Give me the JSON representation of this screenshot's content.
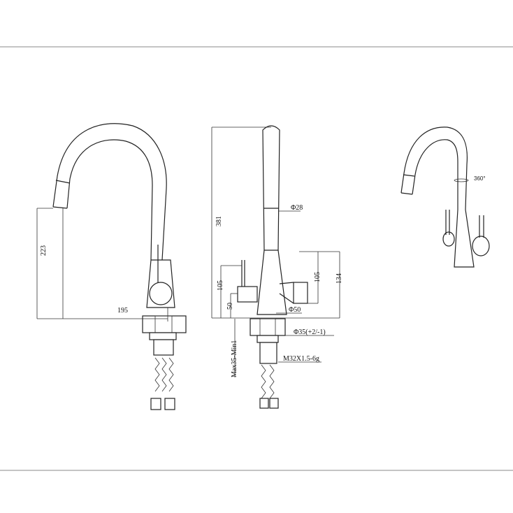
{
  "drawing": {
    "side_view": {
      "height_label": "223",
      "reach_label": "195"
    },
    "front_view": {
      "total_height_label": "381",
      "spout_diameter_label": "Φ28",
      "left_handle_height_label": "105",
      "left_lever_height_label": "50",
      "body_diameter_label": "Φ50",
      "right_handle_height_label": "105",
      "right_total_label": "134",
      "hole_diameter_label": "Φ35(+2/-1)",
      "thread_label": "M32X1.5-6g",
      "counter_thickness_label": "Max35-Min1"
    },
    "perspective_view": {
      "rotation_label": "360°"
    }
  }
}
